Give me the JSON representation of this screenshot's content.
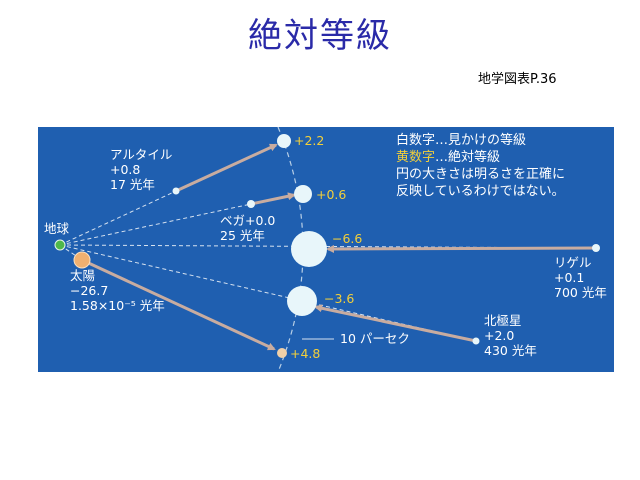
{
  "title": "絶対等級",
  "reference": "地学図表P.36",
  "legend": {
    "white_key": "白数字",
    "white_desc": "…見かけの等級",
    "yellow_key": "黄数字",
    "yellow_desc": "…絶対等級",
    "note_line1": "円の大きさは明るさを正確に",
    "note_line2": "反映しているわけではない。"
  },
  "earth_label": "地球",
  "distance_line_label": "10 パーセク",
  "stars": [
    {
      "name": "アルタイル",
      "apparent": "+0.8",
      "distance": "17 光年",
      "absolute": "+2.2"
    },
    {
      "name": "ベガ",
      "apparent": "+0.0",
      "distance": "25 光年",
      "absolute": "+0.6"
    },
    {
      "name": "リゲル",
      "apparent": "+0.1",
      "distance": "700 光年",
      "absolute": "−6.6"
    },
    {
      "name": "太陽",
      "apparent": "−26.7",
      "distance": "1.58×10⁻⁵ 光年",
      "absolute": "+4.8"
    },
    {
      "name": "北極星",
      "apparent": "+2.0",
      "distance": "430 光年",
      "absolute": "−3.6"
    }
  ],
  "colors": {
    "panel_bg": "#1f5fb0",
    "title": "#2a2aa8",
    "absolute_value": "#f2cf3a",
    "arrow": "#c8aca0",
    "earth": "#4fb84a",
    "sun": "#f0b070",
    "star": "#e8f6fa"
  }
}
